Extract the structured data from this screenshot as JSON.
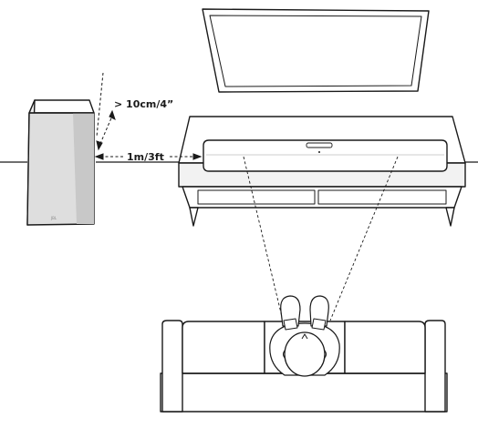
{
  "labels": {
    "wall_clearance": "> 10cm/4”",
    "distance": "1m/3ft"
  },
  "subwoofer": {
    "brand_mark": "JBL"
  },
  "colors": {
    "line": "#1a1a1a",
    "fill": "#ffffff",
    "shade_light": "#eeeeee",
    "shade_mid": "#dddddd",
    "shade_dark": "#c8c8c8"
  }
}
